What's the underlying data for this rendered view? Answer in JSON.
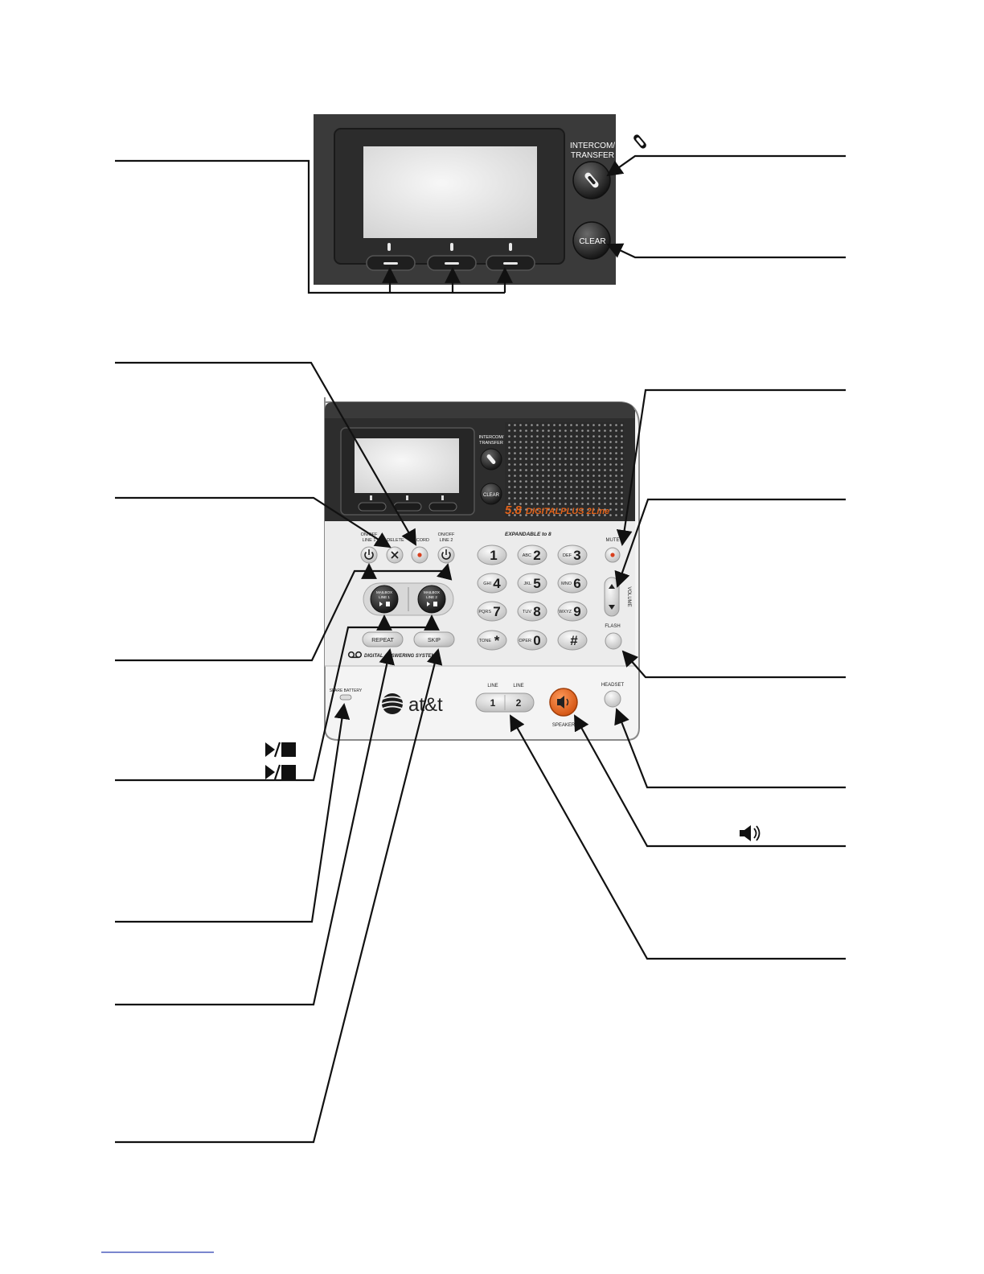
{
  "colors": {
    "panel": "#3a3a3a",
    "panel_dark": "#2a2a2a",
    "screen": "#e4e4e4",
    "body": "#f0f0f0",
    "button": "#dedede",
    "accent_orange": "#e0621a",
    "record_red": "#d8401e",
    "line": "#111111"
  },
  "icons": [
    "handset-icon",
    "speaker-icon",
    "play-stop-icon",
    "power-icon",
    "delete-x-icon",
    "record-dot-icon",
    "answering-system-icon",
    "att-globe-icon"
  ],
  "top_panel": {
    "intercom_label_1": "INTERCOM/",
    "intercom_label_2": "TRANSFER",
    "clear_label": "CLEAR"
  },
  "base": {
    "intercom_label_1": "INTERCOM/",
    "intercom_label_2": "TRANSFER",
    "clear_label": "CLEAR",
    "brand_num": "5.8",
    "brand_text": "DIGITALPLUS 2Line",
    "expandable": "EXPANDABLE to 8",
    "labels": {
      "on_off_line1_a": "ON/OFF",
      "on_off_line1_b": "LINE 1",
      "delete": "DELETE",
      "record": "RECORD",
      "on_off_line2_a": "ON/OFF",
      "on_off_line2_b": "LINE 2",
      "mute": "MUTE",
      "volume": "VOLUME",
      "flash": "FLASH",
      "mailbox1_a": "MAILBOX",
      "mailbox1_b": "LINE 1",
      "mailbox2_a": "MAILBOX",
      "mailbox2_b": "LINE 2",
      "repeat": "REPEAT",
      "skip": "SKIP",
      "das": "DIGITAL ANSWERING SYSTEM",
      "spare_battery": "SPARE BATTERY",
      "att": "at&t",
      "line1": "LINE",
      "line2": "LINE",
      "line1_num": "1",
      "line2_num": "2",
      "speaker": "SPEAKER",
      "headset": "HEADSET"
    },
    "keypad": [
      {
        "letters": "",
        "digit": "1"
      },
      {
        "letters": "ABC",
        "digit": "2"
      },
      {
        "letters": "DEF",
        "digit": "3"
      },
      {
        "letters": "GHI",
        "digit": "4"
      },
      {
        "letters": "JKL",
        "digit": "5"
      },
      {
        "letters": "MNO",
        "digit": "6"
      },
      {
        "letters": "PQRS",
        "digit": "7"
      },
      {
        "letters": "TUV",
        "digit": "8"
      },
      {
        "letters": "WXYZ",
        "digit": "9"
      },
      {
        "letters": "TONE",
        "digit": "*"
      },
      {
        "letters": "OPER",
        "digit": "0"
      },
      {
        "letters": "",
        "digit": "#"
      }
    ]
  }
}
